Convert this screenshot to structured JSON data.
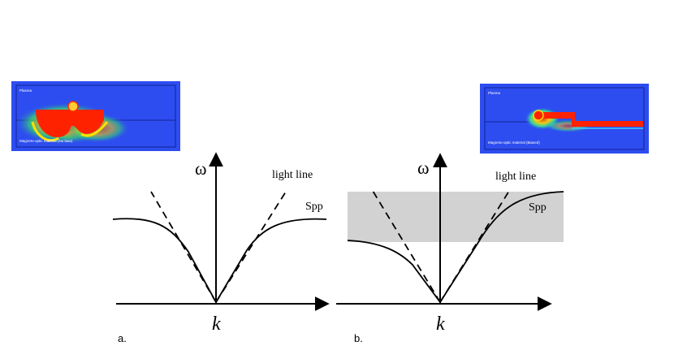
{
  "panel_a": {
    "omega": "ω",
    "k": "k",
    "light_line": "light line",
    "spp": "Spp",
    "caption": "a.",
    "inset_label_top": "Plasma",
    "inset_label_bottom": "Magneto-optic material (No bias)"
  },
  "panel_b": {
    "omega": "ω",
    "k": "k",
    "light_line": "light line",
    "spp": "Spp",
    "caption": "b.",
    "inset_label_top": "Plasma",
    "inset_label_bottom": "Magneto-optic material (Biased)"
  },
  "colors": {
    "field_background": "#2d4df0",
    "field_hot": "#ff2200",
    "band_gray": "#d2d2d2",
    "line_black": "#000000"
  }
}
